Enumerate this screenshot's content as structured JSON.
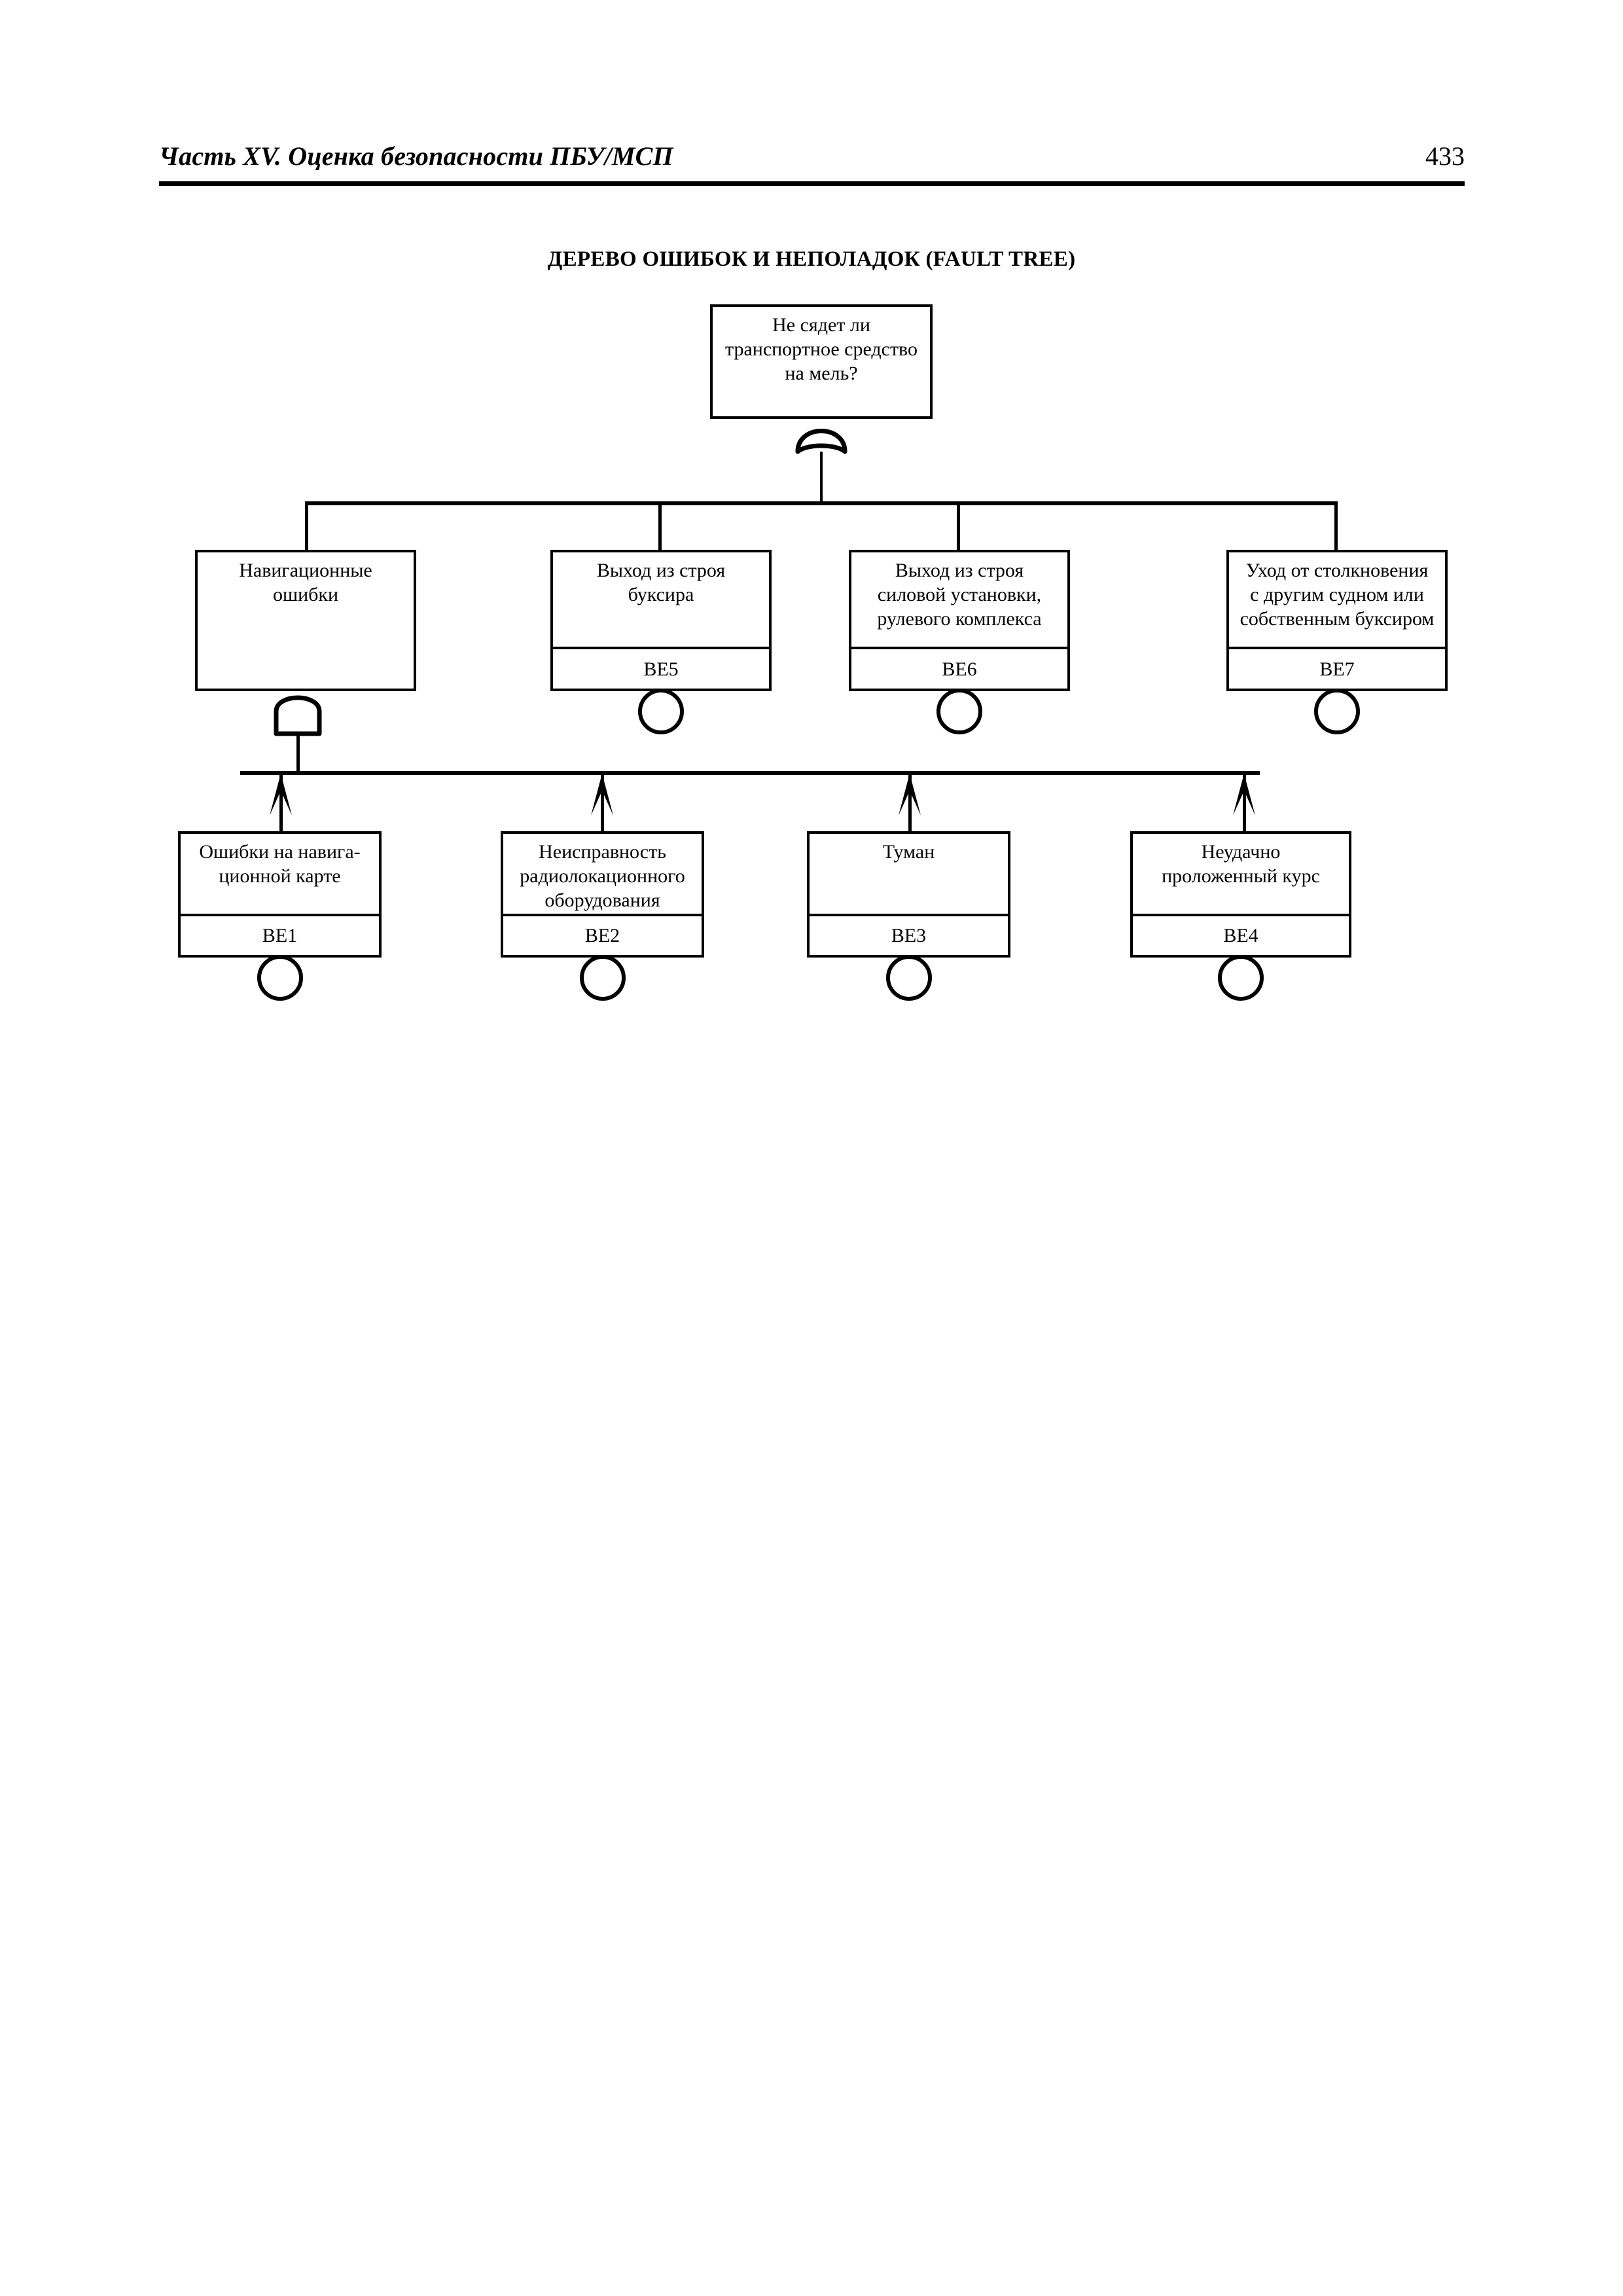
{
  "header": {
    "title": "Часть XV. Оценка безопасности ПБУ/МСП",
    "page_number": "433"
  },
  "figure": {
    "title": "ДЕРЕВО ОШИБОК И НЕПОЛАДОК (FAULT TREE)",
    "top_event": {
      "text": "Не сядет ли\nтранспортное средство\nна мель?",
      "gate": "or-gate"
    },
    "level2": [
      {
        "text": "Навигационные\nошибки",
        "code": "",
        "gate": "and-gate",
        "symbol": "none"
      },
      {
        "text": "Выход из строя\nбуксира",
        "code": "BE5",
        "gate": "none",
        "symbol": "basic-event-circle"
      },
      {
        "text": "Выход из строя\nсиловой установки,\nрулевого комплекса",
        "code": "BE6",
        "gate": "none",
        "symbol": "basic-event-circle"
      },
      {
        "text": "Уход от столкновения\nс другим судном или\nсобственным буксиром",
        "code": "BE7",
        "gate": "none",
        "symbol": "basic-event-circle"
      }
    ],
    "level3": [
      {
        "text": "Ошибки на навига-\nционной карте",
        "code": "BE1",
        "symbol": "basic-event-circle"
      },
      {
        "text": "Неисправность\nрадиолокационного\nоборудования",
        "code": "BE2",
        "symbol": "basic-event-circle"
      },
      {
        "text": "Туман",
        "code": "BE3",
        "symbol": "basic-event-circle"
      },
      {
        "text": "Неудачно\nпроложенный курс",
        "code": "BE4",
        "symbol": "basic-event-circle"
      }
    ],
    "colors": {
      "ink": "#000000",
      "paper": "#ffffff"
    }
  }
}
